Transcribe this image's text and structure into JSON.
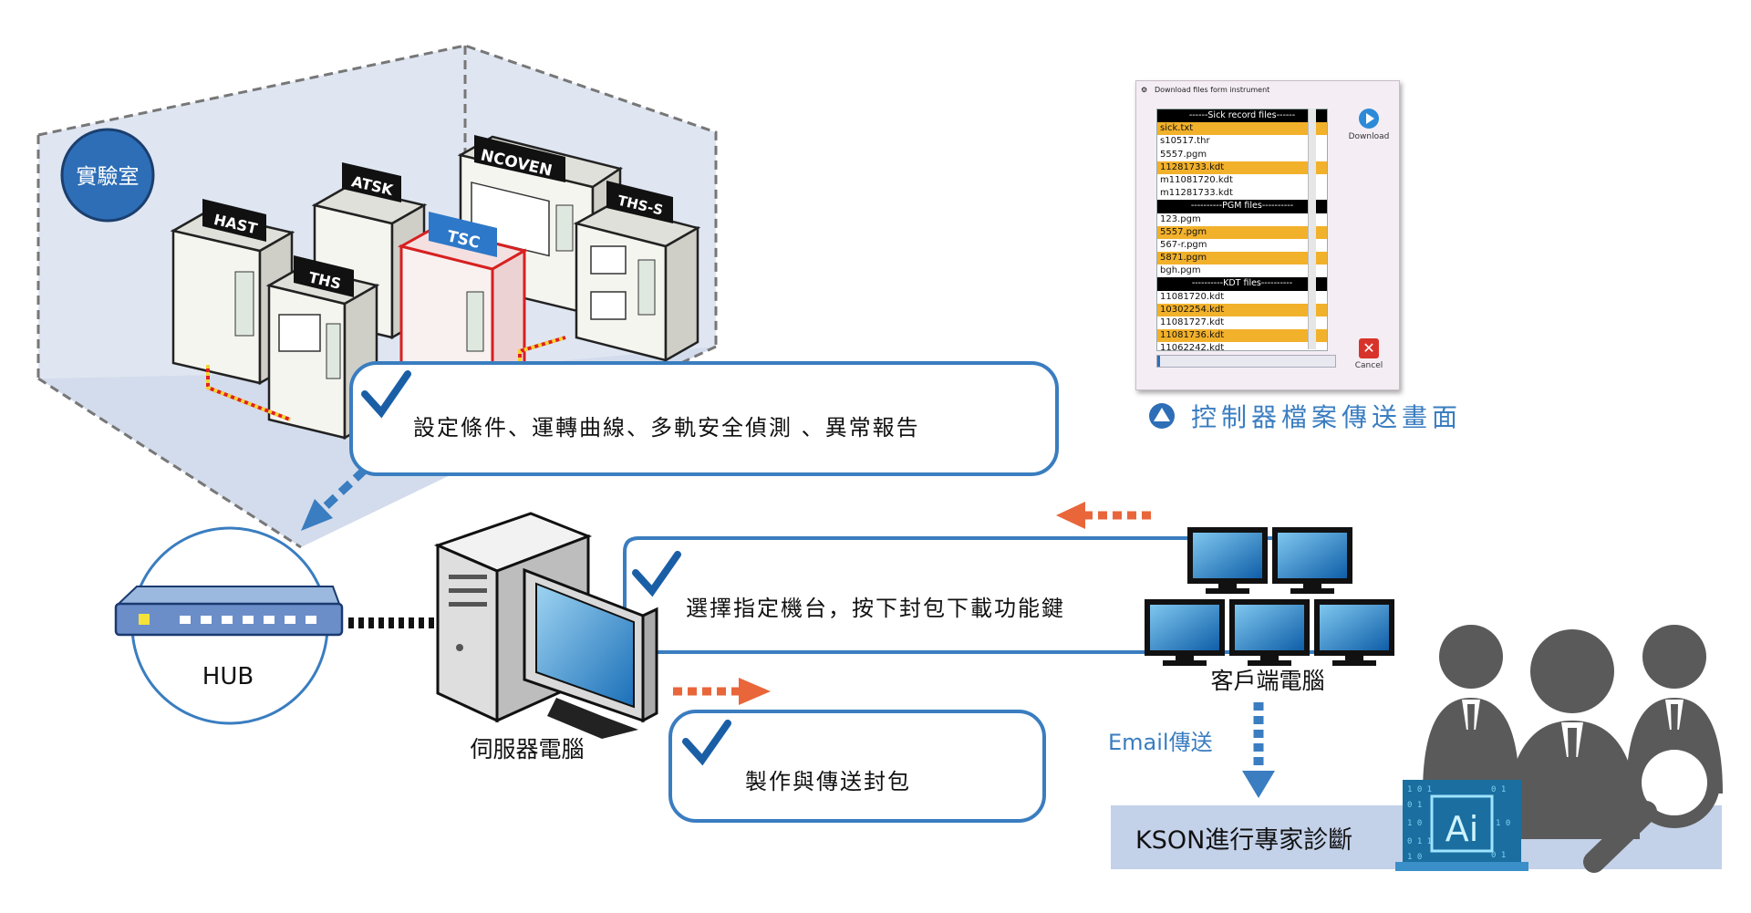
{
  "lab": {
    "label": "實驗室",
    "machines": [
      "HAST",
      "ATSK",
      "NCOVEN",
      "THS-S",
      "TSC",
      "THS"
    ]
  },
  "callouts": {
    "conditions": "設定條件、運轉曲線、多軌安全偵測 、異常報告",
    "select_machine": "選擇指定機台，按下封包下載功能鍵",
    "make_packet": "製作與傳送封包"
  },
  "hub": {
    "label": "HUB"
  },
  "server": {
    "label": "伺服器電腦"
  },
  "client": {
    "label": "客戶端電腦"
  },
  "email": {
    "label": "Email傳送"
  },
  "kson": {
    "label": "KSON進行專家診斷",
    "ai_badge": "Ai"
  },
  "controller_caption": "控制器檔案傳送畫面",
  "dialog": {
    "title": "Download files form instrument",
    "download_label": "Download",
    "cancel_label": "Cancel",
    "files": [
      {
        "name": "------Sick record files------",
        "kind": "header"
      },
      {
        "name": "sick.txt",
        "kind": "highlight"
      },
      {
        "name": "s10517.thr",
        "kind": "normal"
      },
      {
        "name": "5557.pgm",
        "kind": "normal"
      },
      {
        "name": "11281733.kdt",
        "kind": "highlight"
      },
      {
        "name": "m11081720.kdt",
        "kind": "normal"
      },
      {
        "name": "m11281733.kdt",
        "kind": "normal"
      },
      {
        "name": "----------PGM files----------",
        "kind": "header"
      },
      {
        "name": "123.pgm",
        "kind": "normal"
      },
      {
        "name": "5557.pgm",
        "kind": "highlight"
      },
      {
        "name": "567-r.pgm",
        "kind": "normal"
      },
      {
        "name": "5871.pgm",
        "kind": "highlight"
      },
      {
        "name": "bgh.pgm",
        "kind": "normal"
      },
      {
        "name": "----------KDT files----------",
        "kind": "header"
      },
      {
        "name": "11081720.kdt",
        "kind": "normal"
      },
      {
        "name": "10302254.kdt",
        "kind": "highlight"
      },
      {
        "name": "11081727.kdt",
        "kind": "normal"
      },
      {
        "name": "11081736.kdt",
        "kind": "highlight"
      },
      {
        "name": "11062242.kdt",
        "kind": "normal"
      }
    ]
  },
  "colors": {
    "accent_blue": "#3a7dc0",
    "dark_blue": "#1a5fa6",
    "arrow_orange": "#e9663a",
    "file_highlight": "#f2b12b",
    "room_fill": "#dfe6f2",
    "kson_bar": "#c3d1e9",
    "people_gray": "#5a5a5a"
  },
  "icons": [
    "check-icon",
    "triangle-up-icon",
    "download-icon",
    "cancel-icon",
    "ai-chip-icon",
    "magnifier-icon",
    "hub-icon",
    "server-tower-icon",
    "monitor-icon",
    "person-icon"
  ]
}
